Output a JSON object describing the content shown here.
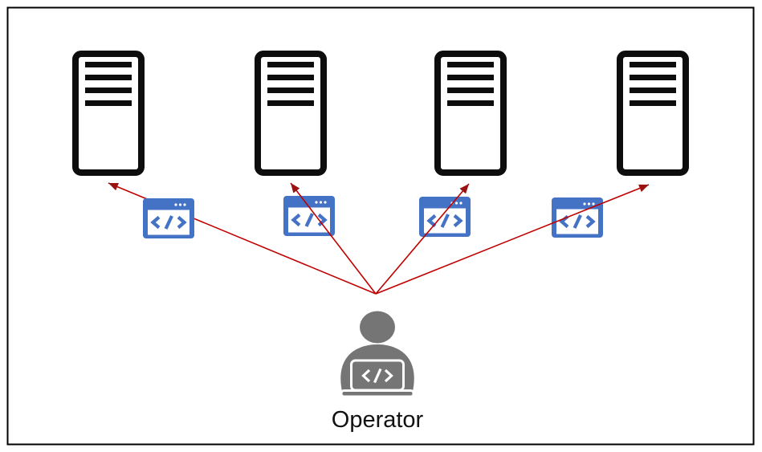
{
  "operator": {
    "label": "Operator",
    "icon": "operator-person-laptop-icon",
    "laptop_glyph": "</>"
  },
  "servers": {
    "count": 4,
    "icon": "server-icon"
  },
  "code_windows": {
    "count": 4,
    "icon": "code-window-icon",
    "glyph": "</>"
  },
  "arrows": {
    "count": 4,
    "from": "operator",
    "to": "servers"
  },
  "colors": {
    "window_blue": "#4472C4",
    "arrow_red": "#C00000",
    "arrowhead_red": "#9B1212",
    "operator_gray": "#757575",
    "server_black": "#0D0D0D",
    "label_black": "#111111",
    "border_black": "#000000",
    "background": "#FFFFFF"
  }
}
